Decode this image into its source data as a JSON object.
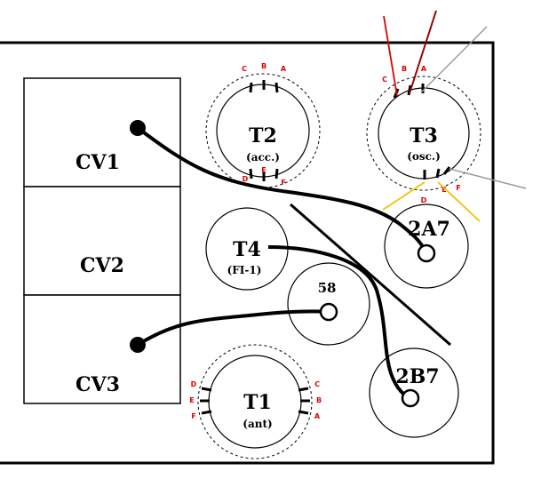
{
  "capacitors": [
    {
      "id": "cv1",
      "label": "CV1"
    },
    {
      "id": "cv2",
      "label": "CV2"
    },
    {
      "id": "cv3",
      "label": "CV3"
    }
  ],
  "coils": {
    "t2": {
      "name": "T2",
      "sub": "(acc.)",
      "pins_top": [
        "C",
        "B",
        "A"
      ],
      "pins_bottom": [
        "D",
        "E",
        "F"
      ]
    },
    "t3": {
      "name": "T3",
      "sub": "(osc.)",
      "pins_top": [
        "C",
        "B",
        "A"
      ],
      "pins_bottom": [
        "D",
        "E",
        "F"
      ]
    },
    "t1": {
      "name": "T1",
      "sub": "(ant)",
      "pins_left": [
        "D",
        "E",
        "F"
      ],
      "pins_right": [
        "C",
        "B",
        "A"
      ]
    },
    "t4": {
      "name": "T4",
      "sub": "(FI-1)"
    }
  },
  "tubes": [
    {
      "id": "2a7",
      "label": "2A7"
    },
    {
      "id": "58",
      "label": "58"
    },
    {
      "id": "2b7",
      "label": "2B7"
    }
  ],
  "colors": {
    "pin_label": "#e00000",
    "wire_red": "#dd0000",
    "wire_darkred": "#990000",
    "wire_gray": "#999999",
    "wire_yellow": "#f2c200",
    "wire_black": "#000000"
  }
}
